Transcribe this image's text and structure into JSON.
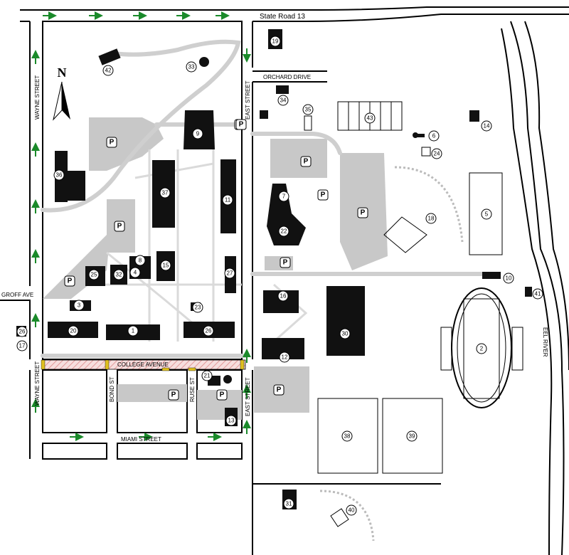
{
  "roads": {
    "state_road": "State Road 13",
    "orchard": "ORCHARD DRIVE",
    "east_street_n": "EAST STREET",
    "east_street_s": "EAST STREET",
    "wayne_street_n": "WAYNE STREET",
    "wayne_street_s": "WAYNE STREET",
    "groff": "GROFF AVE",
    "college": "COLLEGE AVENUE",
    "bond": "BOND ST",
    "ruse": "RUSE ST",
    "miami": "MIAMI STREET",
    "river": "EEL RIVER"
  },
  "north_label": "N",
  "parking_label": "P",
  "buildings": {
    "b1": "1",
    "b2": "2",
    "b3": "3",
    "b4": "4",
    "b5": "5",
    "b6": "6",
    "b7": "7",
    "b8": "8",
    "b9": "9",
    "b10": "10",
    "b11": "11",
    "b12": "12",
    "b13": "13",
    "b14": "14",
    "b15": "15",
    "b16": "16",
    "b17": "17",
    "b18": "18",
    "b19": "19",
    "b20": "20",
    "b21": "21",
    "b22": "22",
    "b23": "23",
    "b24": "24",
    "b25": "25",
    "b26": "26",
    "b26b": "26",
    "b27": "27",
    "b30": "30",
    "b31": "31",
    "b32": "32",
    "b33": "33",
    "b34": "34",
    "b35": "35",
    "b36": "36",
    "b37": "37",
    "b38": "38",
    "b39": "39",
    "b40": "40",
    "b41": "41",
    "b42": "42",
    "b43": "43"
  },
  "colors": {
    "building": "#111111",
    "parking": "#c8c8c8",
    "path": "#d4d4d4",
    "arrow": "#1a8a2a",
    "crosswalk": "#e8b4b4",
    "crosswalk_mark": "#e0c020"
  }
}
